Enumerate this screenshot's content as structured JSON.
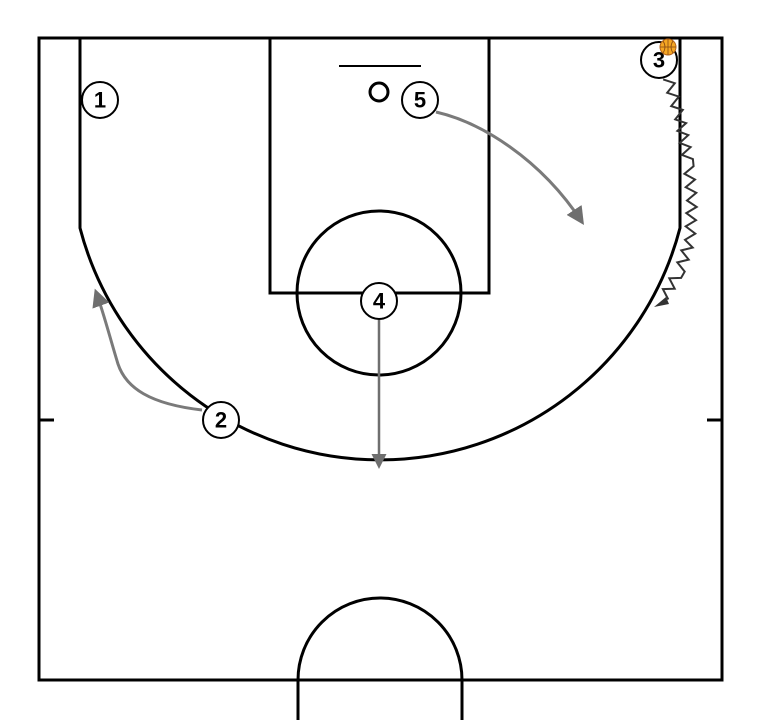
{
  "colors": {
    "court_line": "#000000",
    "movement_arrow": "#7a7a7a",
    "dribble_path": "#333333",
    "ball": "#f5a623"
  },
  "players": [
    {
      "id": "p1",
      "label": "1"
    },
    {
      "id": "p2",
      "label": "2"
    },
    {
      "id": "p3",
      "label": "3",
      "has_ball": true
    },
    {
      "id": "p4",
      "label": "4"
    },
    {
      "id": "p5",
      "label": "5"
    }
  ],
  "actions": [
    {
      "player": "2",
      "type": "cut"
    },
    {
      "player": "3",
      "type": "dribble"
    },
    {
      "player": "4",
      "type": "cut"
    },
    {
      "player": "5",
      "type": "cut"
    }
  ],
  "ball_icon": "basketball-icon"
}
